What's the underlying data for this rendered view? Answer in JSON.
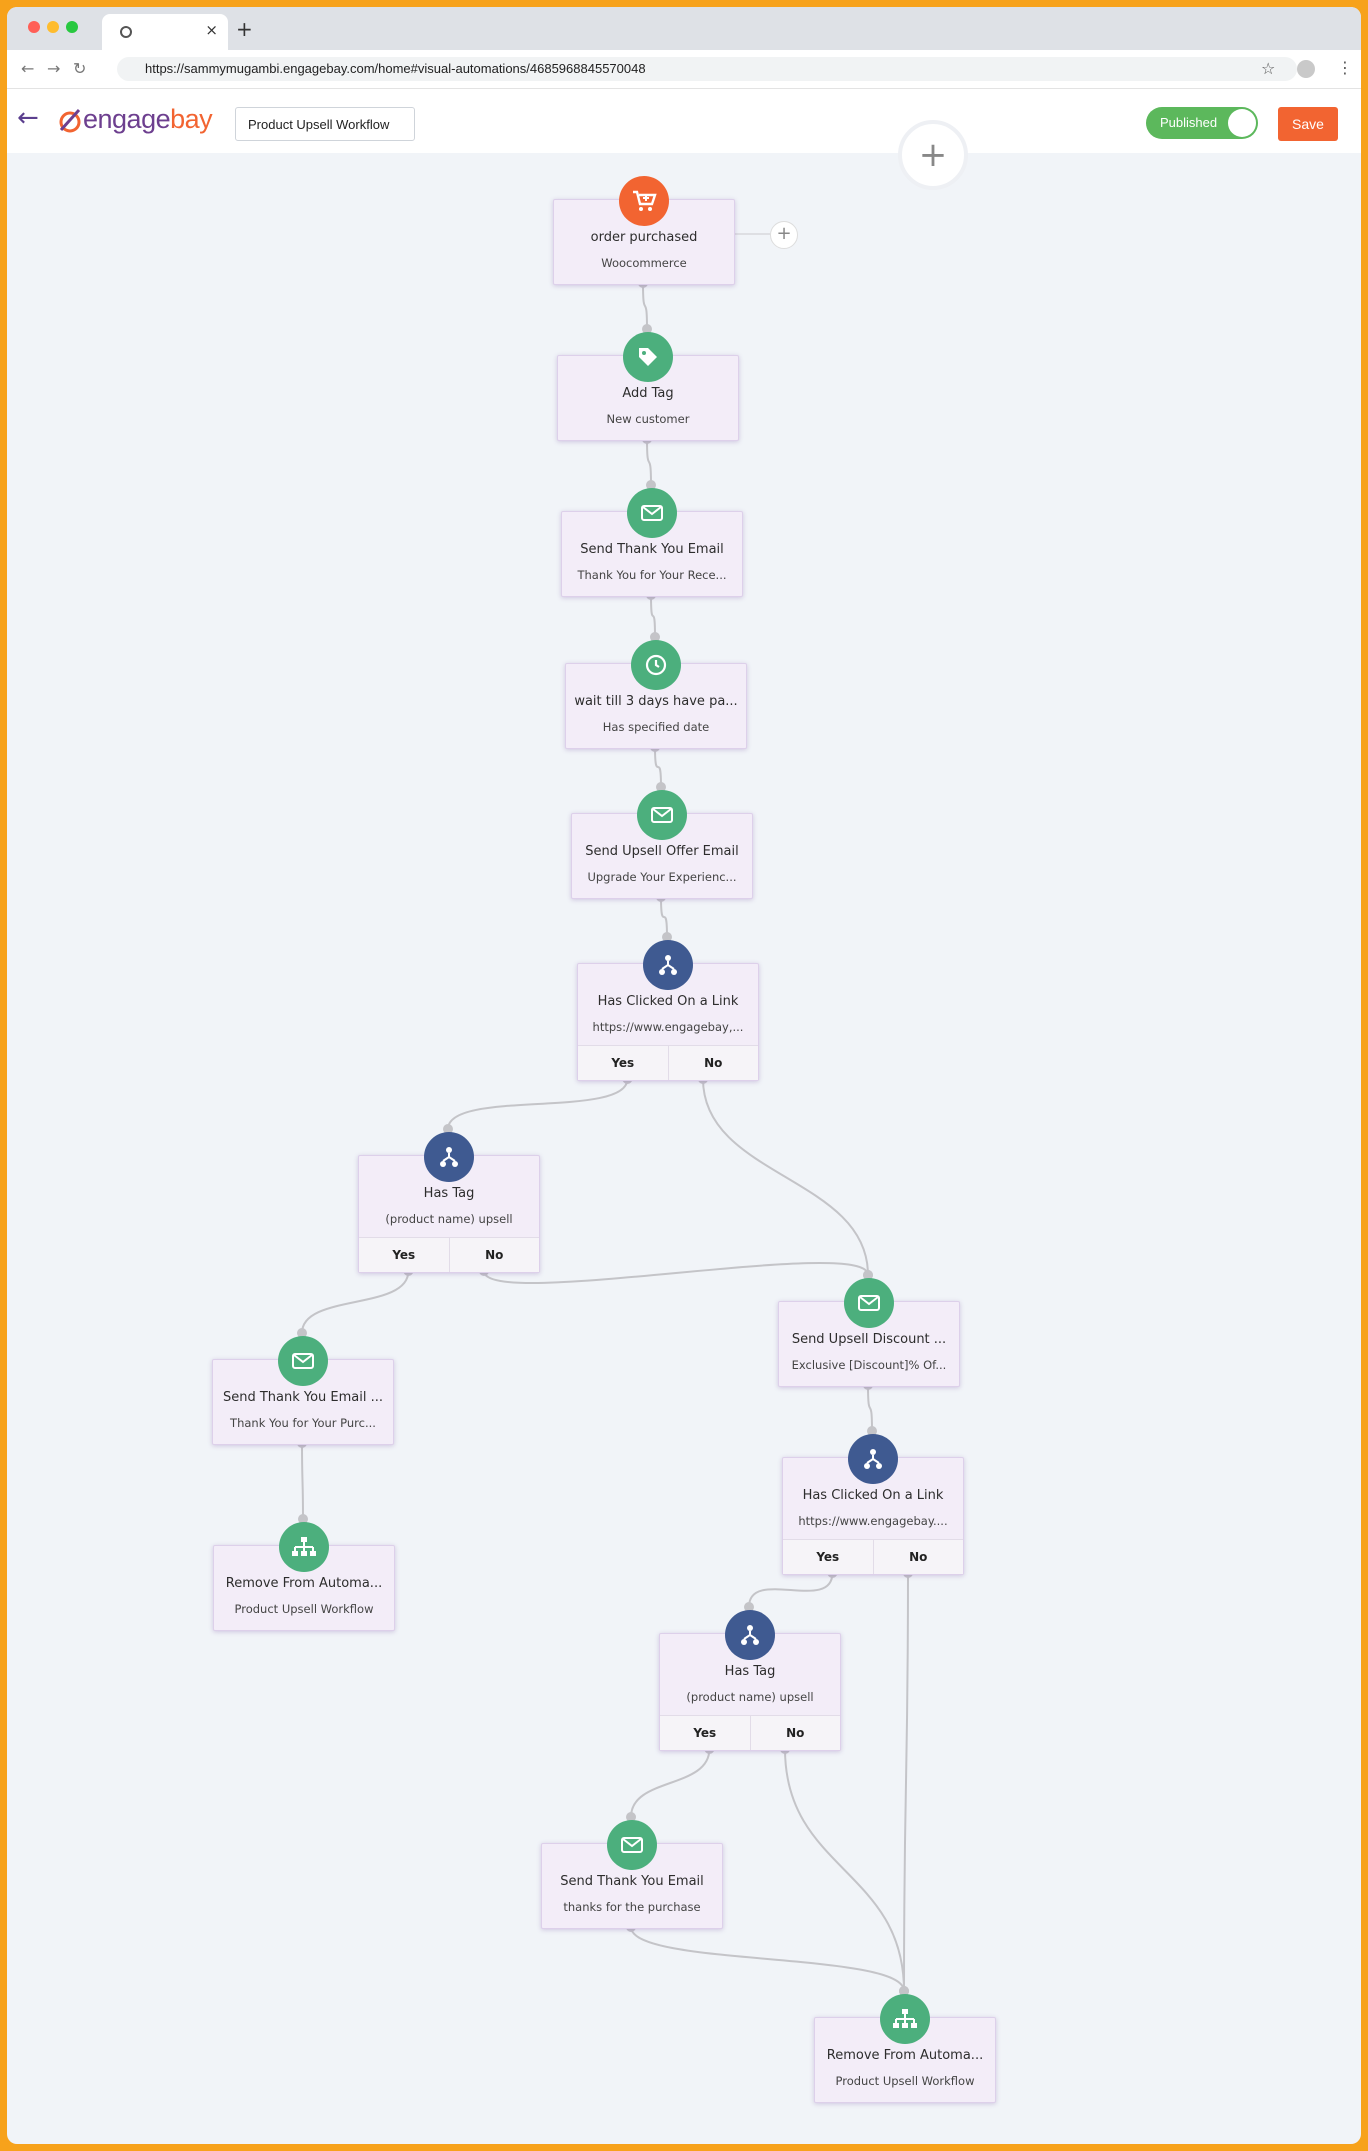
{
  "browser": {
    "url": "https://sammymugambi.engagebay.com/home#visual-automations/4685968845570048",
    "tab_close": "×",
    "new_tab": "+"
  },
  "header": {
    "logo_text": "engage",
    "logo_text_accent": "bay",
    "workflow_name": "Product Upsell Workflow",
    "status_label": "Published",
    "save_label": "Save"
  },
  "nodes": [
    {
      "id": "n1",
      "title": "order purchased",
      "subtitle": "Woocommerce",
      "icon": "cart-icon",
      "color": "orange"
    },
    {
      "id": "n2",
      "title": "Add Tag",
      "subtitle": "New customer",
      "icon": "tag-icon",
      "color": "green"
    },
    {
      "id": "n3",
      "title": "Send Thank You Email",
      "subtitle": "Thank You for Your Rece...",
      "icon": "mail-icon",
      "color": "green"
    },
    {
      "id": "n4",
      "title": "wait till 3 days have pa...",
      "subtitle": "Has specified date",
      "icon": "clock-icon",
      "color": "green"
    },
    {
      "id": "n5",
      "title": "Send Upsell Offer Email",
      "subtitle": "Upgrade Your Experienc...",
      "icon": "mail-icon",
      "color": "green"
    },
    {
      "id": "n6",
      "title": "Has Clicked On a Link",
      "subtitle": "https://www.engagebay,...",
      "icon": "branch-icon",
      "color": "blue",
      "yes": "Yes",
      "no": "No"
    },
    {
      "id": "n7",
      "title": "Has Tag",
      "subtitle": "(product name) upsell",
      "icon": "branch-icon",
      "color": "blue",
      "yes": "Yes",
      "no": "No"
    },
    {
      "id": "n8",
      "title": "Send Thank You Email ...",
      "subtitle": "Thank You for Your Purc...",
      "icon": "mail-icon",
      "color": "green"
    },
    {
      "id": "n9",
      "title": "Send Upsell Discount ...",
      "subtitle": "Exclusive [Discount]% Of...",
      "icon": "mail-icon",
      "color": "green"
    },
    {
      "id": "n10",
      "title": "Remove From Automa...",
      "subtitle": "Product Upsell Workflow",
      "icon": "hierarchy-icon",
      "color": "green"
    },
    {
      "id": "n11",
      "title": "Has Clicked On a Link",
      "subtitle": "https://www.engagebay....",
      "icon": "branch-icon",
      "color": "blue",
      "yes": "Yes",
      "no": "No"
    },
    {
      "id": "n12",
      "title": "Has Tag",
      "subtitle": "(product name) upsell",
      "icon": "branch-icon",
      "color": "blue",
      "yes": "Yes",
      "no": "No"
    },
    {
      "id": "n13",
      "title": "Send Thank You Email",
      "subtitle": "thanks for the purchase",
      "icon": "mail-icon",
      "color": "green"
    },
    {
      "id": "n14",
      "title": "Remove From Automa...",
      "subtitle": "Product Upsell Workflow",
      "icon": "hierarchy-icon",
      "color": "green"
    }
  ]
}
